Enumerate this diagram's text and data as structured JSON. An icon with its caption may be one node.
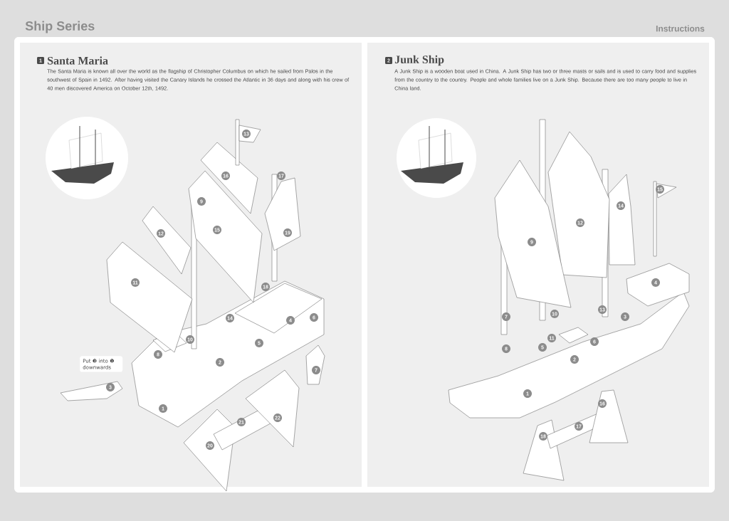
{
  "diagram": {
    "title": "Ship Series",
    "nodes": [
      {
        "text": [
          "Santa Maria",
          "The Santa Maria is known all over the world as the flagship of Christopher Columbus on which he sailed from Palos in the southwest of Spain in 1492. After having visited the Canary Islands he crossed the Atlantic in 36 days and along with his crew of 40 men discovered America on October 12th, 1492."
        ]
      },
      {
        "text": [],
        "shape": "picture",
        "in": 0
      },
      {
        "text": [
          "Put ❸ into ❶ downwards"
        ],
        "in": 0
      },
      {
        "text": [
          "Junk Ship",
          "A Junk Ship is a wooden boat used in China. A Junk Ship has two or three masts or sails and is used to carry food and supplies from the country to the country. People and whole families live on a Junk Ship. Because there are too many people to live in China land."
        ]
      },
      {
        "text": [],
        "shape": "picture",
        "in": 3
      }
    ],
    "labels": [
      "Instructions",
      "1",
      "13",
      "16",
      "17",
      "9",
      "15",
      "19",
      "12",
      "11",
      "18",
      "14",
      "6",
      "4",
      "10",
      "5",
      "8",
      "2",
      "7",
      "3",
      "1",
      "22",
      "21",
      "20",
      "2",
      "15",
      "14",
      "12",
      "9",
      "4",
      "7",
      "10",
      "13",
      "3",
      "11",
      "8",
      "6",
      "5",
      "2",
      "1",
      "16",
      "17",
      "18"
    ]
  }
}
